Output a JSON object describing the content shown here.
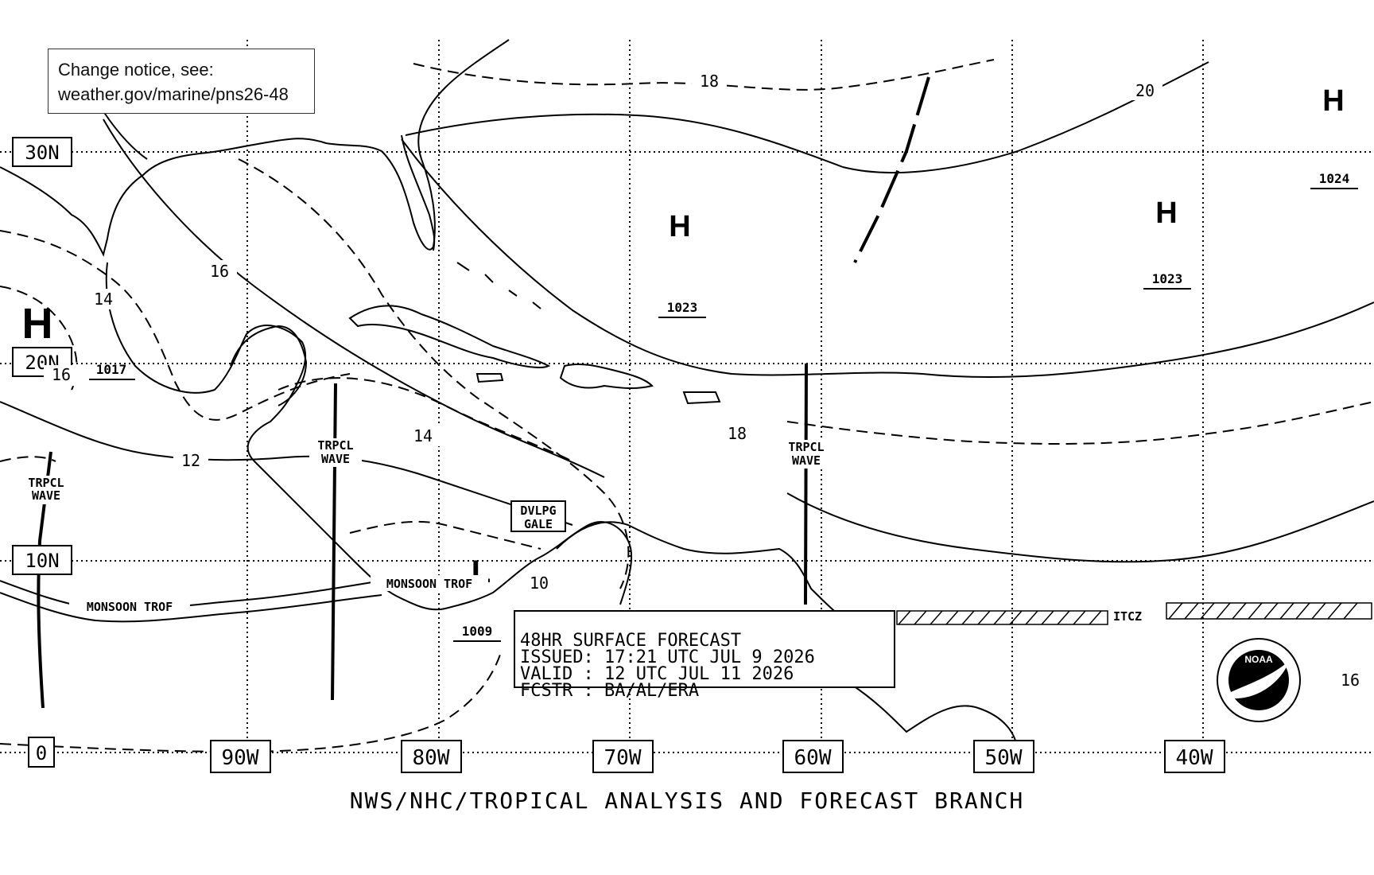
{
  "notice": {
    "line1": "Change notice, see:",
    "line2": "weather.gov/marine/pns26-48"
  },
  "lat_labels": [
    "30N",
    "20N",
    "10N",
    "0"
  ],
  "lon_labels": [
    "90W",
    "80W",
    "70W",
    "60W",
    "50W",
    "40W"
  ],
  "pressure_centers": [
    {
      "type": "H",
      "value": "1017"
    },
    {
      "type": "H",
      "value": "1023"
    },
    {
      "type": "H",
      "value": "1023"
    },
    {
      "type": "H",
      "value": "1024"
    },
    {
      "type": "L",
      "value": "1009"
    }
  ],
  "isobar_labels": [
    "18",
    "20",
    "16",
    "14",
    "16",
    "14",
    "12",
    "18",
    "10",
    "16"
  ],
  "features": {
    "tropical_wave": "TRPCL\nWAVE",
    "monsoon_trough_east": "MONSOON TROF",
    "monsoon_trough_west": "MONSOON TROF",
    "itcz": "ITCZ",
    "developing_gale": "DVLPG\nGALE"
  },
  "forecast_box": {
    "line1": "48HR SURFACE FORECAST",
    "line2": "ISSUED: 17:21 UTC JUL 9 2026",
    "line3": "VALID : 12 UTC JUL 11 2026",
    "line4": "FCSTR : BA/AL/ERA"
  },
  "footer": "NWS/NHC/TROPICAL ANALYSIS AND FORECAST BRANCH",
  "logo": {
    "text": "NOAA",
    "icon": "noaa-logo-icon"
  },
  "colors": {
    "ink": "#000000",
    "background": "#ffffff"
  }
}
